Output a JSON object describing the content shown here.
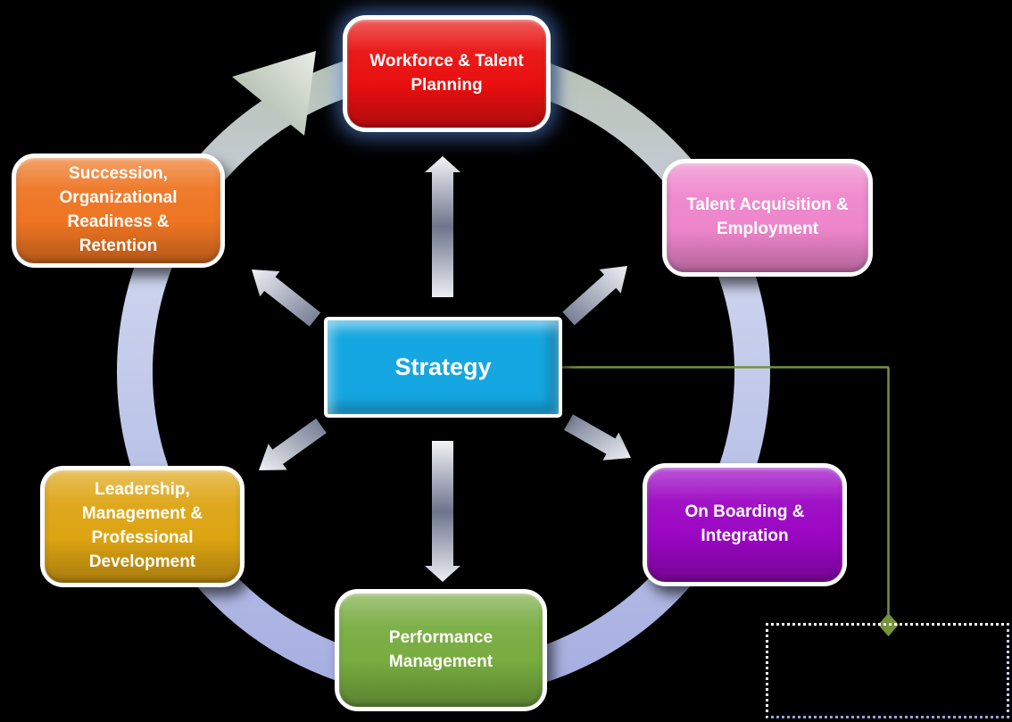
{
  "diagram": {
    "background_color": "#000000",
    "center": {
      "label": "Strategy",
      "color": "#15a7e1"
    },
    "nodes": {
      "workforce": {
        "label": "Workforce & Talent\nPlanning",
        "color": "#e90f0f"
      },
      "talent_acquisition": {
        "label": "Talent Acquisition &\nEmployment",
        "color": "#ee85cb"
      },
      "onboarding": {
        "label": "On Boarding &\nIntegration",
        "color": "#9b06c3"
      },
      "performance": {
        "label": "Performance\nManagement",
        "color": "#77ac3f"
      },
      "leadership": {
        "label": "Leadership,\nManagement &\nProfessional\nDevelopment",
        "color": "#dda412"
      },
      "succession": {
        "label": "Succession,\nOrganizational\nReadiness &\nRetention",
        "color": "#ee7522"
      }
    },
    "ring": {
      "color_top": "#b9c2b4",
      "color_mid": "#ccd3ee",
      "color_bottom": "#a6afe0"
    },
    "radial_arrows": {
      "names": [
        "up",
        "down",
        "up-left",
        "up-right",
        "down-left",
        "down-right"
      ],
      "color_light": "#f0f2f6",
      "color_dark": "#6d758c"
    },
    "connector": {
      "color": "#76923c"
    },
    "annotation_box": {
      "label": ""
    },
    "text_color": "#ffffff"
  }
}
